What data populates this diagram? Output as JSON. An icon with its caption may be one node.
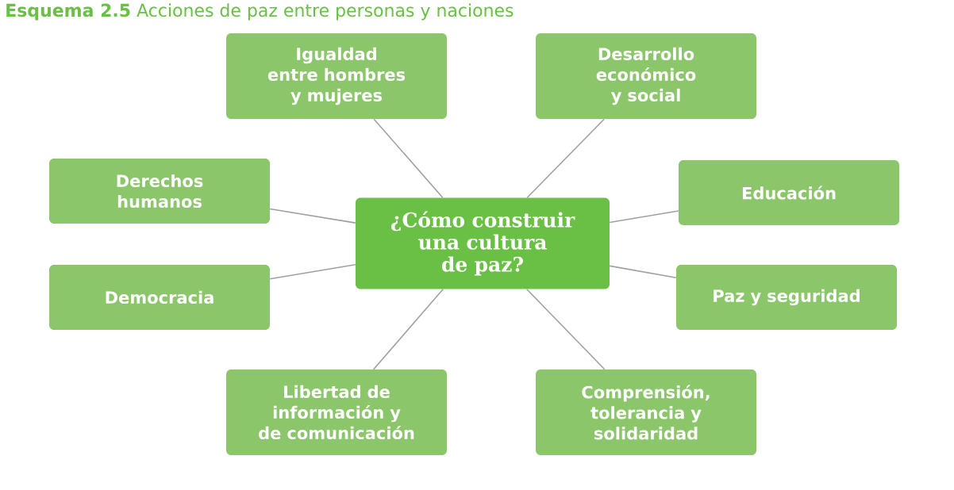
{
  "diagram": {
    "title": "**Esquema 2.5** Acciones de paz entre personas y naciones",
    "nodes": [
      {
        "text": [
          "¿Cómo construir una cultura de paz?"
        ]
      },
      {
        "text": [
          "Igualdad entre hombres y mujeres"
        ]
      },
      {
        "text": [
          "Desarrollo económico y social"
        ]
      },
      {
        "text": [
          "Derechos humanos"
        ]
      },
      {
        "text": [
          "Educación"
        ]
      },
      {
        "text": [
          "Democracia"
        ]
      },
      {
        "text": [
          "Paz y seguridad"
        ]
      },
      {
        "text": [
          "Libertad de información y de comunicación"
        ]
      },
      {
        "text": [
          "Comprensión, tolerancia y solidaridad"
        ]
      }
    ],
    "edges": [
      {
        "from": 0,
        "to": 1,
        "arrow": "none"
      },
      {
        "from": 0,
        "to": 2,
        "arrow": "none"
      },
      {
        "from": 0,
        "to": 3,
        "arrow": "none"
      },
      {
        "from": 0,
        "to": 4,
        "arrow": "none"
      },
      {
        "from": 0,
        "to": 5,
        "arrow": "none"
      },
      {
        "from": 0,
        "to": 6,
        "arrow": "none"
      },
      {
        "from": 0,
        "to": 7,
        "arrow": "none"
      },
      {
        "from": 0,
        "to": 8,
        "arrow": "none"
      }
    ]
  }
}
